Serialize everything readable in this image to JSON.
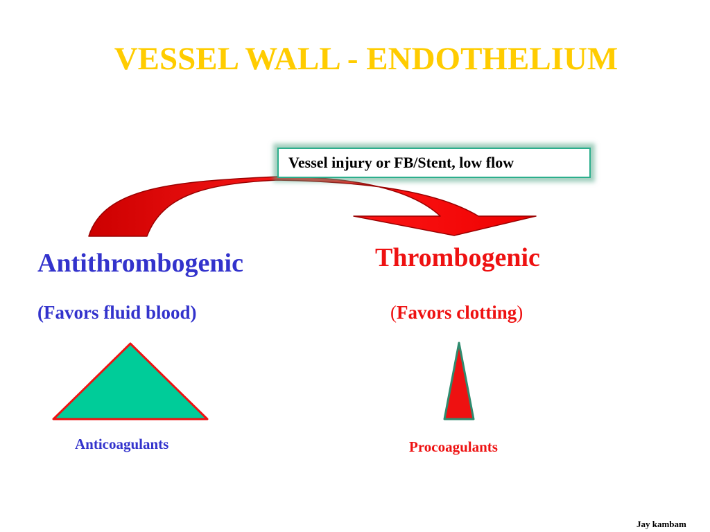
{
  "title": "VESSEL WALL - ENDOTHELIUM",
  "trigger": "Vessel injury or FB/Stent, low flow",
  "antithrombogenic": {
    "heading": "Antithrombogenic",
    "subtitle": "(Favors fluid blood)",
    "label": "Anticoagulants"
  },
  "thrombogenic": {
    "heading": "Thrombogenic",
    "subtitle_open": "(",
    "subtitle_text": "Favors clotting",
    "subtitle_close": ")",
    "label": "Procoagulants"
  },
  "author": "Jay kambam",
  "colors": {
    "title": "#FFCC00",
    "anti_text": "#3333CC",
    "thromb_text": "#EE1111",
    "anti_triangle_fill": "#00CC99",
    "anti_triangle_stroke": "#EE1111",
    "pro_triangle_fill": "#EE1111",
    "pro_triangle_stroke": "#2E8B6E",
    "arrow_fill": "#EE1111",
    "arrow_stroke": "#990000",
    "box_border": "#2BAE8C"
  }
}
